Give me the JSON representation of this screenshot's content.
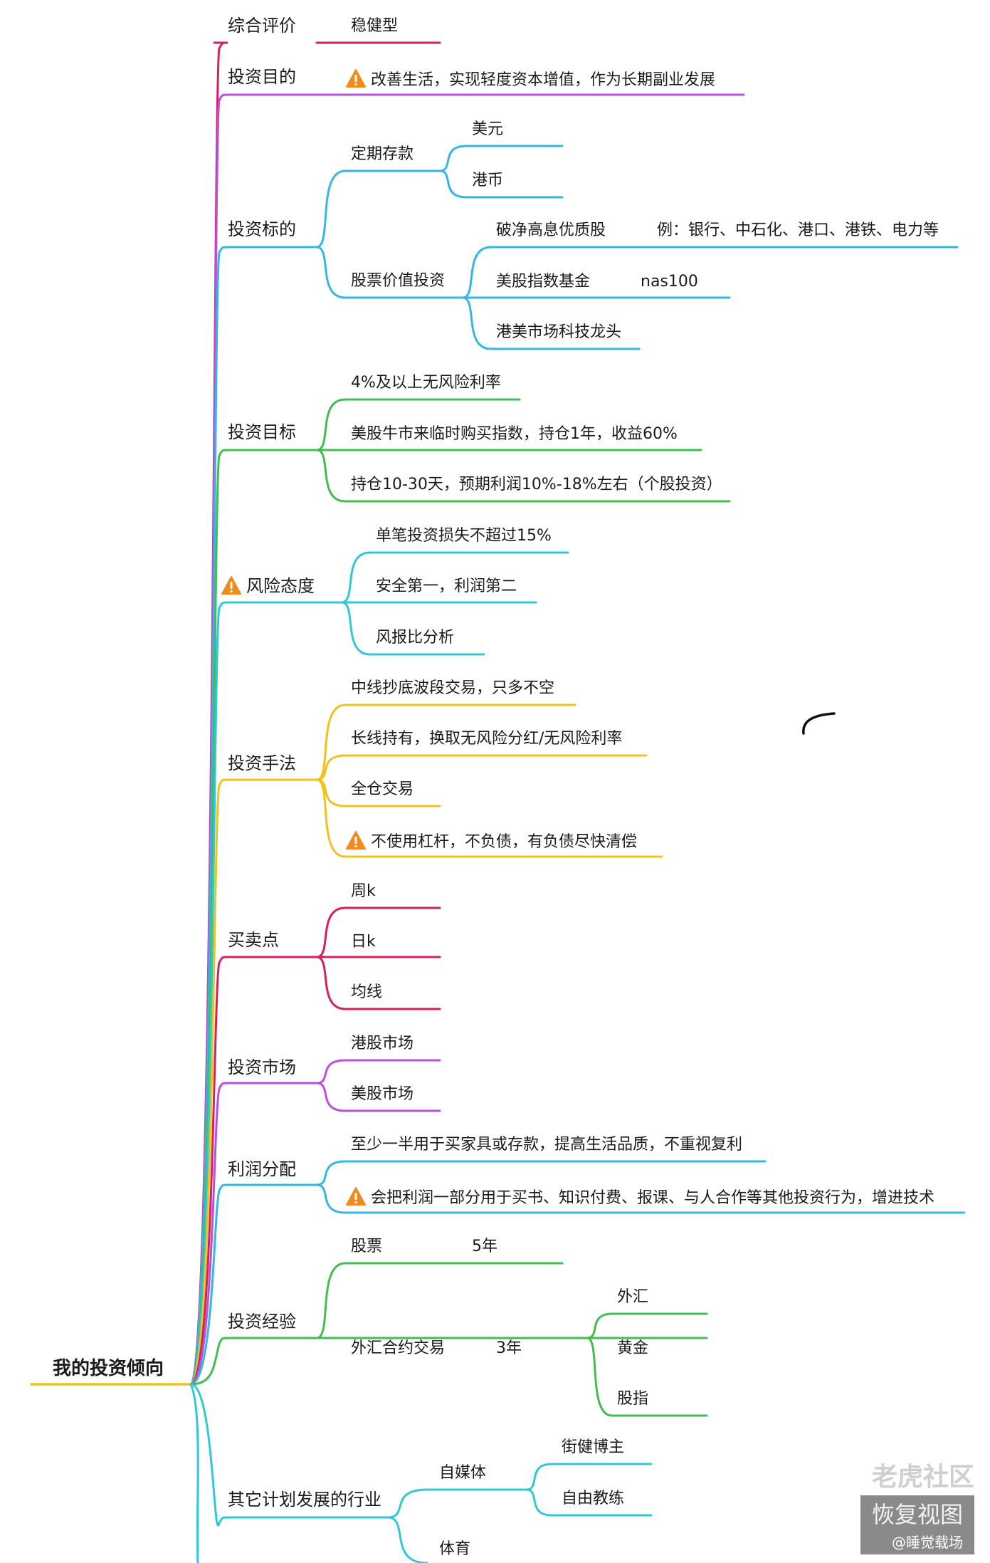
{
  "root": {
    "label": "我的投资倾向"
  },
  "branches": [
    {
      "label": "综合评价",
      "color": "#d5205c",
      "children": [
        {
          "label": "稳健型"
        }
      ]
    },
    {
      "label": "投资目的",
      "color": "#bb4ee0",
      "children": [
        {
          "label": "改善生活，实现轻度资本增值，作为长期副业发展",
          "icon": "warning-icon"
        }
      ]
    },
    {
      "label": "投资标的",
      "color": "#33b8e6",
      "children": [
        {
          "label": "定期存款",
          "children": [
            {
              "label": "美元"
            },
            {
              "label": "港币"
            }
          ]
        },
        {
          "label": "股票价值投资",
          "children": [
            {
              "label": "破净高息优质股",
              "note": "例：银行、中石化、港口、港铁、电力等"
            },
            {
              "label": "美股指数基金",
              "note": "nas100"
            },
            {
              "label": "港美市场科技龙头"
            }
          ]
        }
      ]
    },
    {
      "label": "投资目标",
      "color": "#3fbf4f",
      "children": [
        {
          "label": "4%及以上无风险利率"
        },
        {
          "label": "美股牛市来临时购买指数，持仓1年，收益60%"
        },
        {
          "label": "持仓10-30天，预期利润10%-18%左右（个股投资）"
        }
      ]
    },
    {
      "label": "风险态度",
      "color": "#2fc9d6",
      "icon": "warning-icon",
      "children": [
        {
          "label": "单笔投资损失不超过15%"
        },
        {
          "label": "安全第一，利润第二"
        },
        {
          "label": "风报比分析"
        }
      ]
    },
    {
      "label": "投资手法",
      "color": "#f2c21b",
      "children": [
        {
          "label": "中线抄底波段交易，只多不空"
        },
        {
          "label": "长线持有，换取无风险分红/无风险利率"
        },
        {
          "label": "全仓交易"
        },
        {
          "label": "不使用杠杆，不负债，有负债尽快清偿",
          "icon": "warning-icon"
        }
      ]
    },
    {
      "label": "买卖点",
      "color": "#d5205c",
      "children": [
        {
          "label": "周k"
        },
        {
          "label": "日k"
        },
        {
          "label": "均线"
        }
      ]
    },
    {
      "label": "投资市场",
      "color": "#bb4ee0",
      "children": [
        {
          "label": "港股市场"
        },
        {
          "label": "美股市场"
        }
      ]
    },
    {
      "label": "利润分配",
      "color": "#33b8e6",
      "children": [
        {
          "label": "至少一半用于买家具或存款，提高生活品质，不重视复利"
        },
        {
          "label": "会把利润一部分用于买书、知识付费、报课、与人合作等其他投资行为，增进技术",
          "icon": "warning-icon"
        }
      ]
    },
    {
      "label": "投资经验",
      "color": "#3fbf4f",
      "children": [
        {
          "label": "股票",
          "note": "5年"
        },
        {
          "label": "外汇合约交易",
          "note": "3年",
          "children": [
            {
              "label": "外汇"
            },
            {
              "label": "黄金"
            },
            {
              "label": "股指"
            }
          ]
        }
      ]
    },
    {
      "label": "其它计划发展的行业",
      "color": "#2fc9d6",
      "children": [
        {
          "label": "自媒体",
          "children": [
            {
              "label": "街健博主"
            },
            {
              "label": "自由教练"
            }
          ]
        },
        {
          "label": "体育"
        }
      ]
    }
  ],
  "root_color": "#f2c21b",
  "warning_color": "#f08a1c",
  "watermark": {
    "line1": "老虎社区",
    "line2": "恢复视图",
    "line3": "@睡觉载场"
  }
}
